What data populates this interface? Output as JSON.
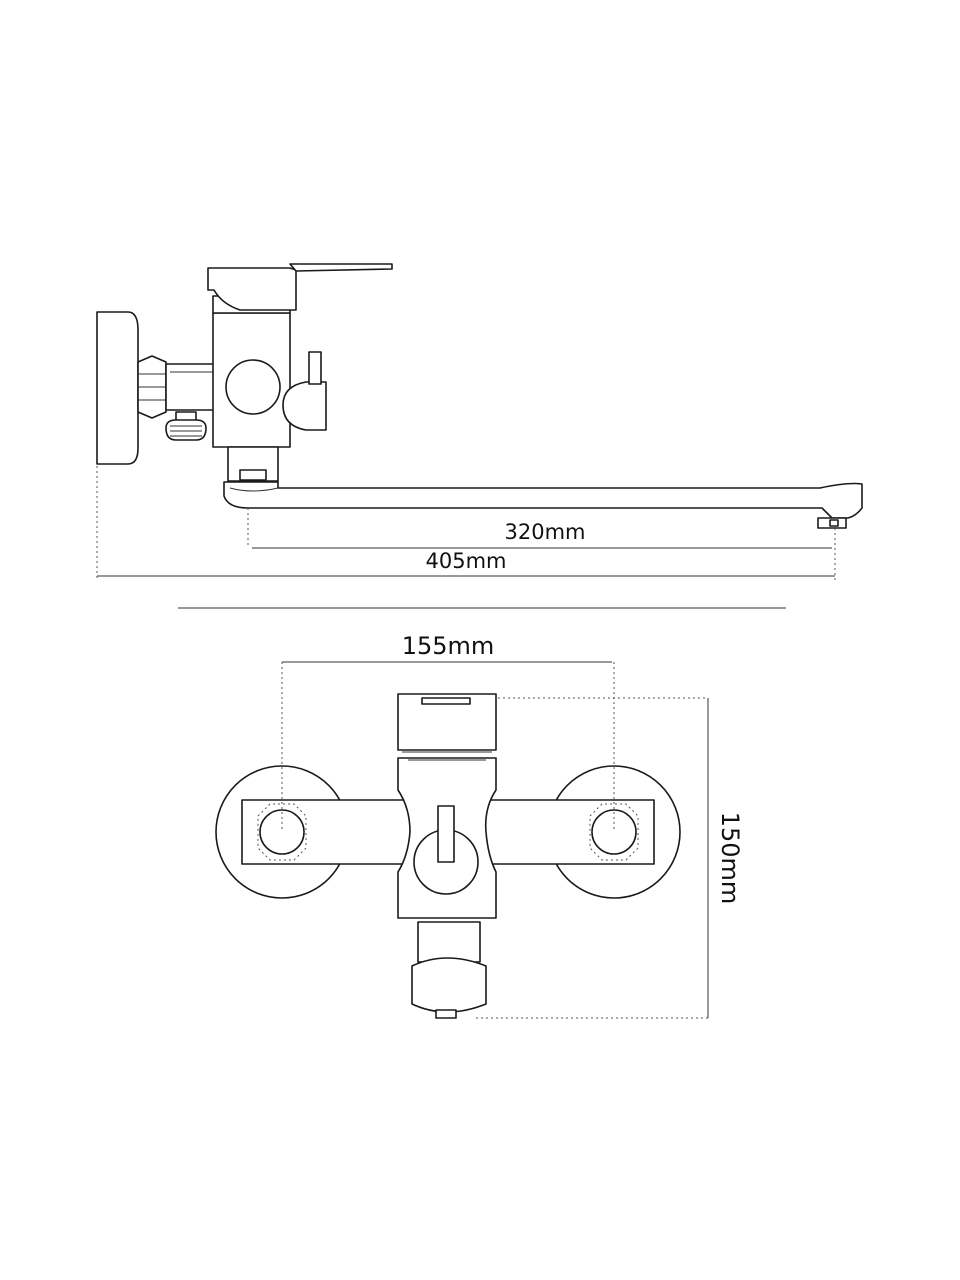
{
  "dimensions": {
    "spout_length": "320mm",
    "total_length": "405mm",
    "inlet_spacing": "155mm",
    "height": "150mm"
  },
  "colors": {
    "line": "#1a1a1a",
    "background": "#ffffff"
  }
}
